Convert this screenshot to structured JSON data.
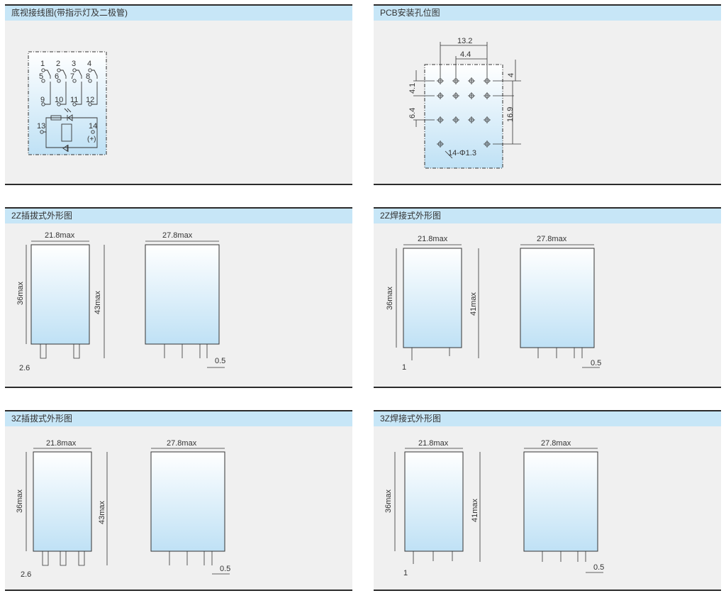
{
  "panels": [
    {
      "title": "底视接线图(带指示灯及二极管)"
    },
    {
      "title": "PCB安装孔位图"
    },
    {
      "title": "2Z插拔式外形图"
    },
    {
      "title": "2Z焊接式外形图"
    },
    {
      "title": "3Z插拔式外形图"
    },
    {
      "title": "3Z焊接式外形图"
    }
  ],
  "wiring": {
    "pins": [
      "1",
      "2",
      "3",
      "4",
      "5",
      "6",
      "7",
      "8",
      "9",
      "10",
      "11",
      "12",
      "13",
      "14"
    ],
    "polarity": "(+)"
  },
  "pcb": {
    "dim_13_2": "13.2",
    "dim_4_4": "4.4",
    "dim_4": "4",
    "dim_4_1": "4.1",
    "dim_6_4": "6.4",
    "dim_16_9": "16.9",
    "hole_label": "14-Φ1.3"
  },
  "dims": {
    "width": "21.8max",
    "depth": "27.8max",
    "height": "36max",
    "plug_total": "43max",
    "solder_total": "41max",
    "plug_pin": "2.6",
    "solder_pin": "1",
    "pin_thk": "0.5"
  }
}
